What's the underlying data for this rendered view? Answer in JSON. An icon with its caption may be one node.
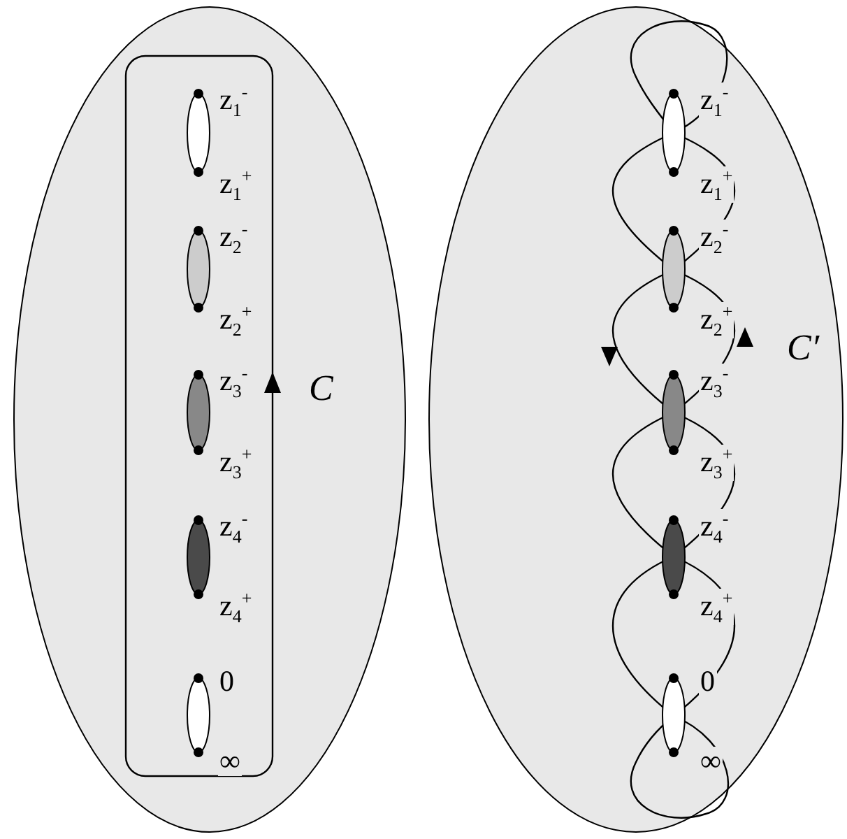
{
  "diagram": {
    "labels": [
      "z$_{1}$$^{-}$",
      "z$_{1}$$^{+}$",
      "z$_{2}$$^{-}$",
      "z$_{2}$$^{+}$",
      "z$_{3}$$^{-}$",
      "z$_{3}$$^{+}$",
      "z$_{4}$$^{-}$",
      "z$_{4}$$^{+}$",
      "0",
      "∞",
      "C",
      "z$_{1}$$^{-}$",
      "z$_{1}$$^{+}$",
      "z$_{2}$$^{-}$",
      "z$_{2}$$^{+}$",
      "z$_{3}$$^{-}$",
      "z$_{3}$$^{+}$",
      "z$_{4}$$^{-}$",
      "z$_{4}$$^{+}$",
      "0",
      "∞",
      "C′"
    ]
  }
}
